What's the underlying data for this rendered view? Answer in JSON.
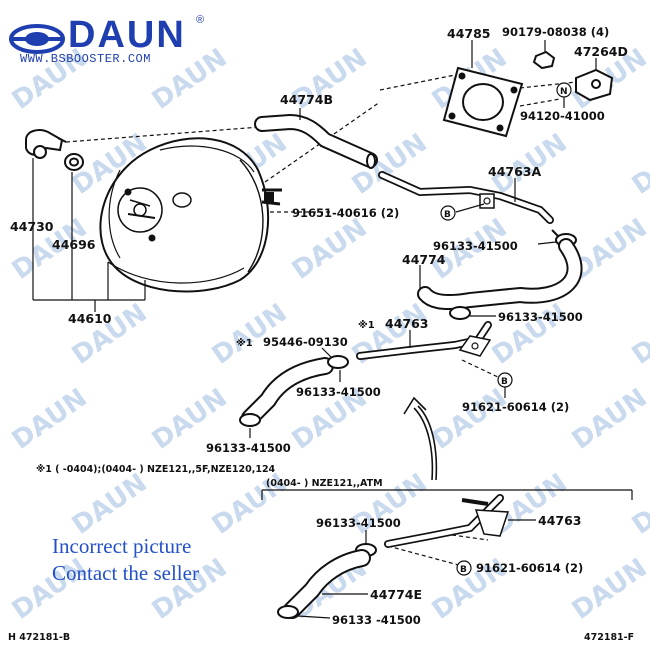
{
  "brand": {
    "name": "DAUN",
    "registered": "®",
    "url": "WWW.BSBOOSTER.COM",
    "color": "#1f3fb0"
  },
  "watermark": {
    "text": "DAUN",
    "color": "#c9d9ee"
  },
  "notice": {
    "line1": "Incorrect picture",
    "line2": "Contact the seller",
    "color": "#2450c8"
  },
  "parts": {
    "p44785": "44785",
    "p90179": "90179-08038 (4)",
    "p47264D": "47264D",
    "nMark": "N",
    "p94120": "94120-41000",
    "p44774B": "44774B",
    "p44763A": "44763A",
    "p91651": "91651-40616 (2)",
    "bMark": "B",
    "p96133a": "96133-41500",
    "p44730": "44730",
    "p44696": "44696",
    "p44774": "44774",
    "p96133b": "96133-41500",
    "p44610": "44610",
    "star1": "※1",
    "p44763": "44763",
    "p95446": "95446-09130",
    "p96133c": "96133-41500",
    "p91621a": "91621-60614 (2)",
    "p96133d": "96133-41500",
    "p44763b": "44763",
    "p96133e": "96133-41500",
    "p91621b": "91621-60614 (2)",
    "p44774E": "44774E",
    "p96133f": "96133 -41500"
  },
  "footnote": "※1 (      -0404);(0404-      ) NZE121,,5F,NZE120,124",
  "variant_label": "(0404-      ) NZE121,,ATM",
  "code_left": "H 472181-B",
  "code_right": "472181-F"
}
